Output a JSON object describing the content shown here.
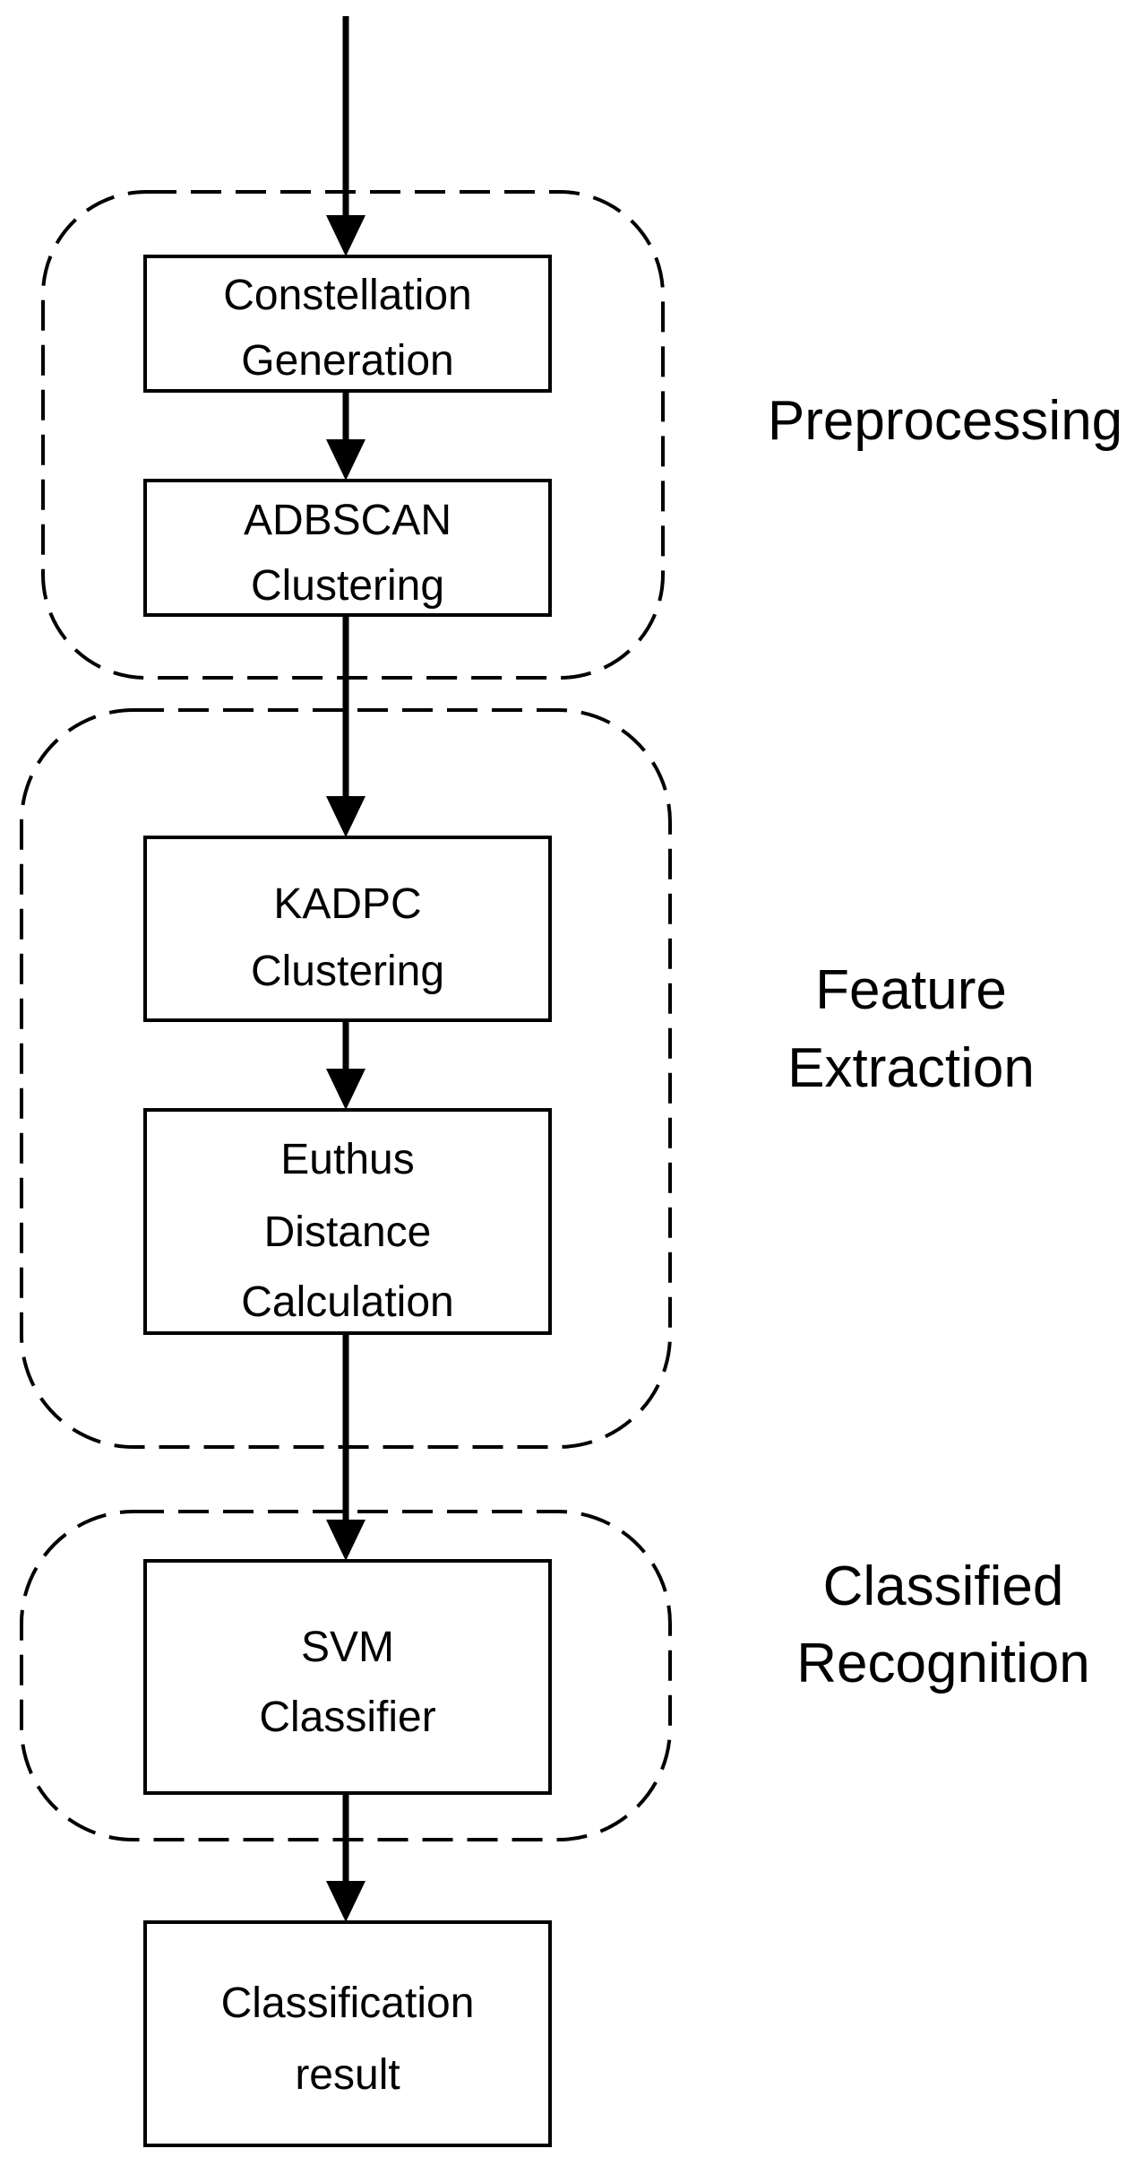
{
  "groups": {
    "preprocessing": "Preprocessing",
    "feature_extraction": [
      "Feature",
      "Extraction"
    ],
    "classified_recognition": [
      "Classified",
      "Recognition"
    ]
  },
  "boxes": {
    "constellation": [
      "Constellation",
      "Generation"
    ],
    "adbscan": [
      "ADBSCAN",
      "Clustering"
    ],
    "kadpc": [
      "KADPC",
      "Clustering"
    ],
    "euthus": [
      "Euthus",
      "Distance",
      "Calculation"
    ],
    "svm": [
      "SVM",
      "Classifier"
    ],
    "result": [
      "Classification",
      "result"
    ]
  }
}
